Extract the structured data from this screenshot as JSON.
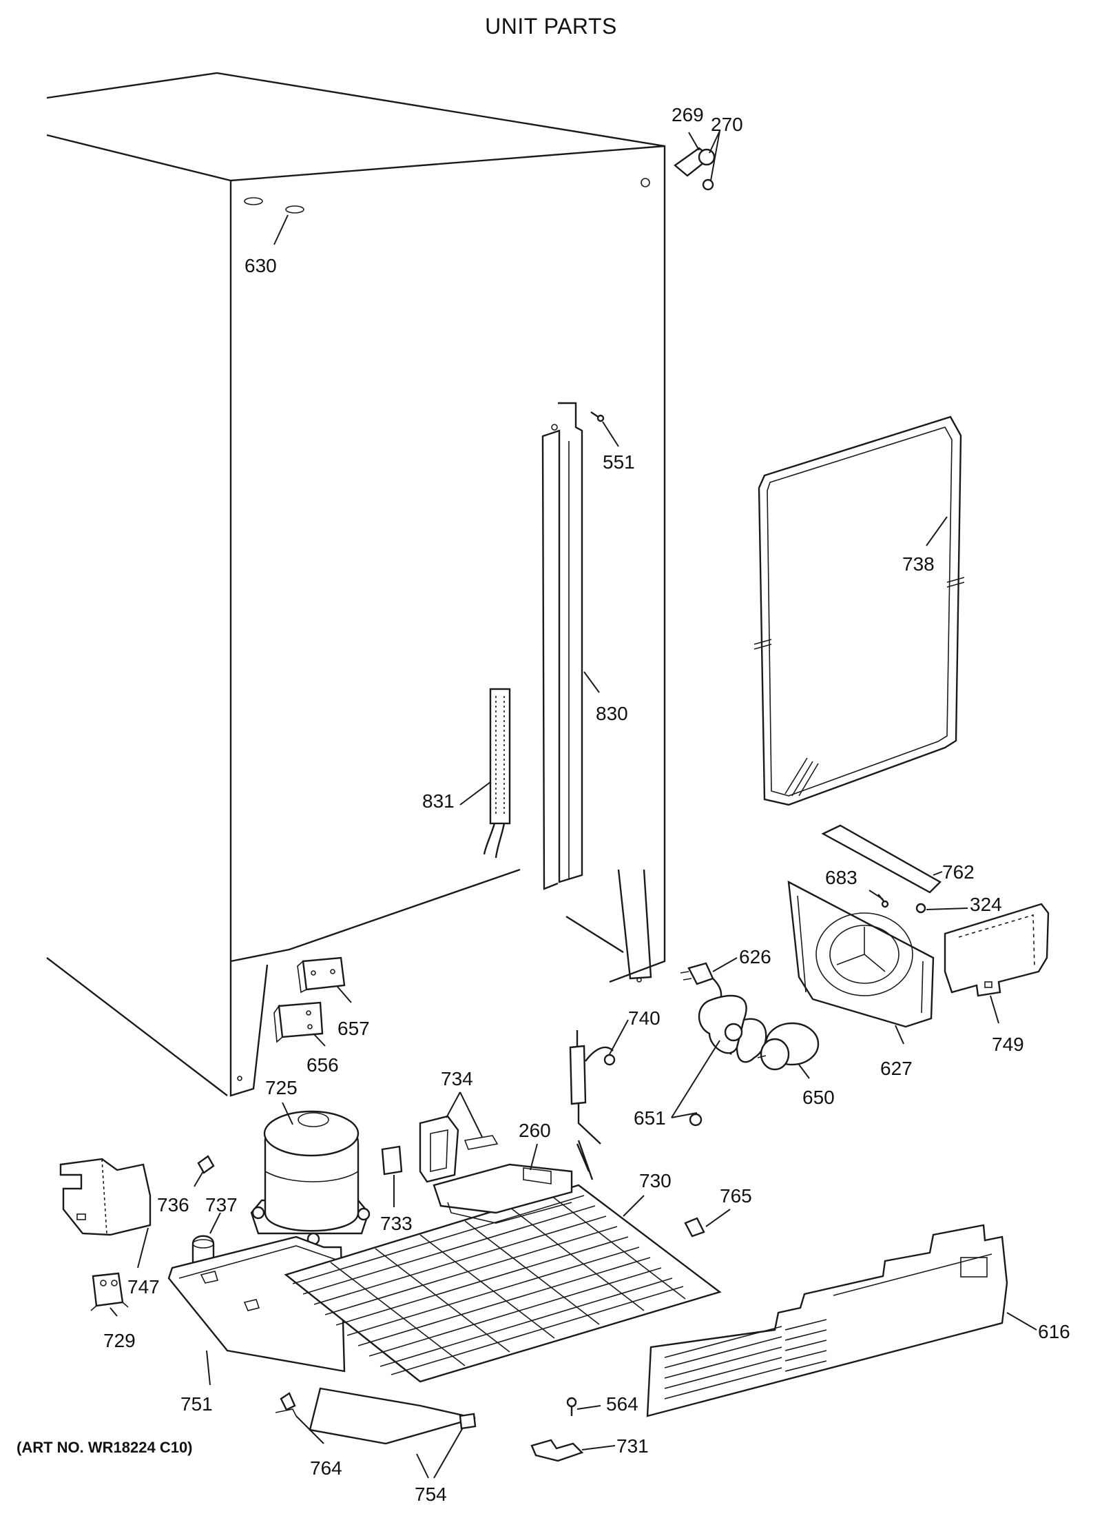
{
  "title": "UNIT PARTS",
  "art_number": "(ART NO. WR18224 C10)",
  "callouts": [
    {
      "id": "c269",
      "label": "269"
    },
    {
      "id": "c270",
      "label": "270"
    },
    {
      "id": "c630",
      "label": "630"
    },
    {
      "id": "c551",
      "label": "551"
    },
    {
      "id": "c738",
      "label": "738"
    },
    {
      "id": "c830",
      "label": "830"
    },
    {
      "id": "c831",
      "label": "831"
    },
    {
      "id": "c762",
      "label": "762"
    },
    {
      "id": "c683",
      "label": "683"
    },
    {
      "id": "c324",
      "label": "324"
    },
    {
      "id": "c626",
      "label": "626"
    },
    {
      "id": "c749",
      "label": "749"
    },
    {
      "id": "c657",
      "label": "657"
    },
    {
      "id": "c656",
      "label": "656"
    },
    {
      "id": "c740",
      "label": "740"
    },
    {
      "id": "c627",
      "label": "627"
    },
    {
      "id": "c650",
      "label": "650"
    },
    {
      "id": "c725",
      "label": "725"
    },
    {
      "id": "c734",
      "label": "734"
    },
    {
      "id": "c651",
      "label": "651"
    },
    {
      "id": "c260",
      "label": "260"
    },
    {
      "id": "c730",
      "label": "730"
    },
    {
      "id": "c736",
      "label": "736"
    },
    {
      "id": "c737",
      "label": "737"
    },
    {
      "id": "c733",
      "label": "733"
    },
    {
      "id": "c765",
      "label": "765"
    },
    {
      "id": "c747",
      "label": "747"
    },
    {
      "id": "c616",
      "label": "616"
    },
    {
      "id": "c729",
      "label": "729"
    },
    {
      "id": "c751",
      "label": "751"
    },
    {
      "id": "c564",
      "label": "564"
    },
    {
      "id": "c731",
      "label": "731"
    },
    {
      "id": "c764",
      "label": "764"
    },
    {
      "id": "c754",
      "label": "754"
    }
  ]
}
